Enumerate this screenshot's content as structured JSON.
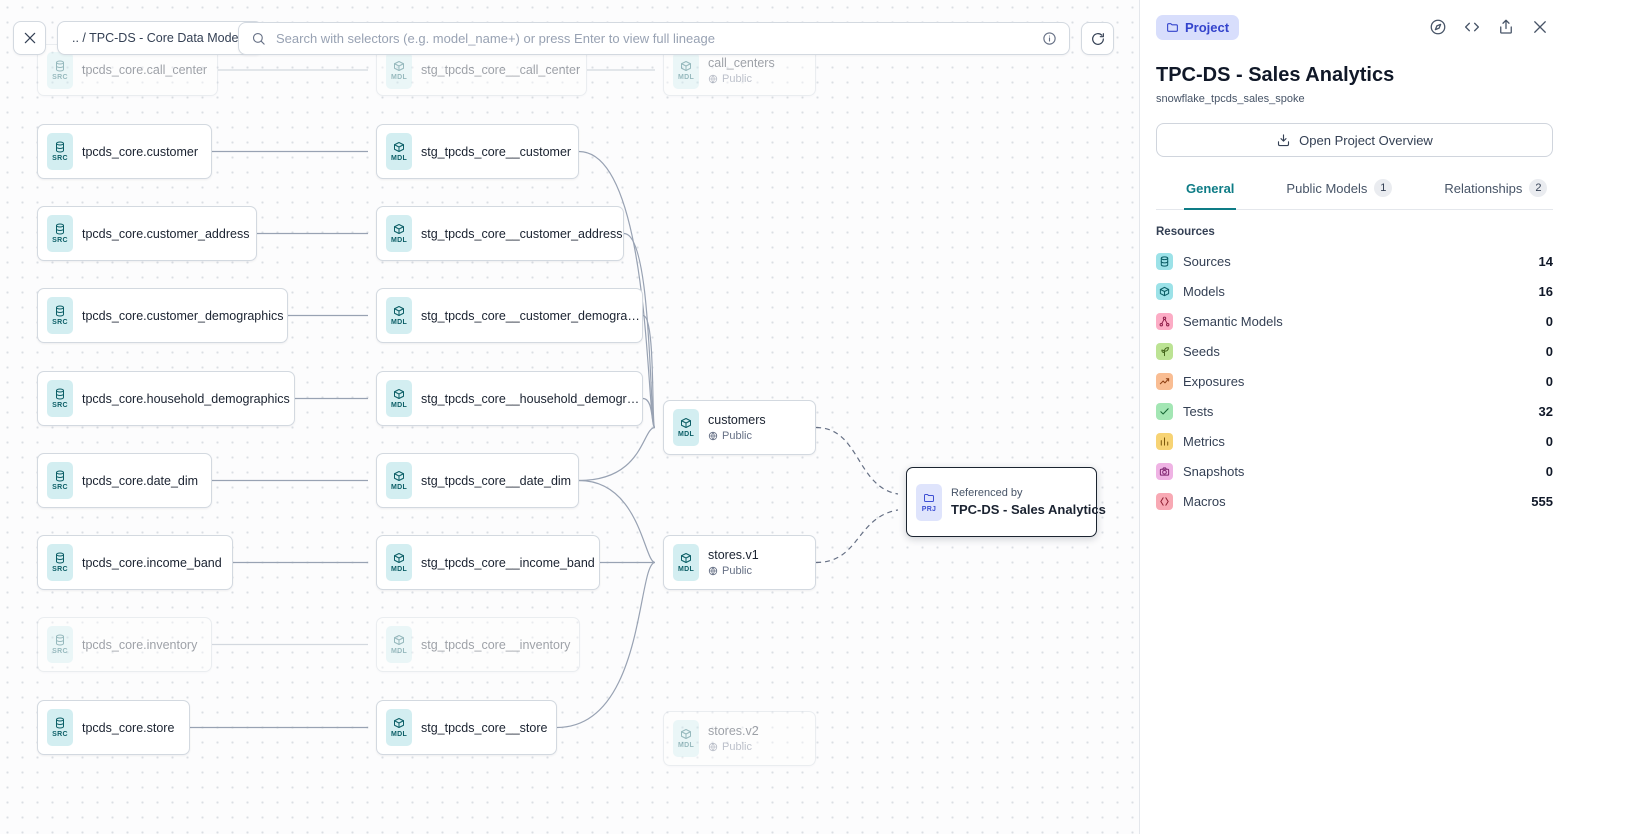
{
  "toolbar": {
    "breadcrumb": ".. / TPC-DS - Core Data Models",
    "search_placeholder": "Search with selectors (e.g. model_name+) or press Enter to view full lineage"
  },
  "canvas": {
    "nodes": [
      {
        "badge": "SRC",
        "label": "tpcds_core.call_center",
        "faded": true
      },
      {
        "badge": "SRC",
        "label": "tpcds_core.customer"
      },
      {
        "badge": "SRC",
        "label": "tpcds_core.customer_address"
      },
      {
        "badge": "SRC",
        "label": "tpcds_core.customer_demographics"
      },
      {
        "badge": "SRC",
        "label": "tpcds_core.household_demographics"
      },
      {
        "badge": "SRC",
        "label": "tpcds_core.date_dim"
      },
      {
        "badge": "SRC",
        "label": "tpcds_core.income_band"
      },
      {
        "badge": "SRC",
        "label": "tpcds_core.inventory",
        "faded": true
      },
      {
        "badge": "SRC",
        "label": "tpcds_core.store"
      },
      {
        "badge": "MDL",
        "label": "stg_tpcds_core__call_center",
        "faded": true
      },
      {
        "badge": "MDL",
        "label": "stg_tpcds_core__customer"
      },
      {
        "badge": "MDL",
        "label": "stg_tpcds_core__customer_address"
      },
      {
        "badge": "MDL",
        "label": "stg_tpcds_core__customer_demogra…"
      },
      {
        "badge": "MDL",
        "label": "stg_tpcds_core__household_demogr…"
      },
      {
        "badge": "MDL",
        "label": "stg_tpcds_core__date_dim"
      },
      {
        "badge": "MDL",
        "label": "stg_tpcds_core__income_band"
      },
      {
        "badge": "MDL",
        "label": "stg_tpcds_core__inventory",
        "faded": true
      },
      {
        "badge": "MDL",
        "label": "stg_tpcds_core__store"
      },
      {
        "badge": "MDL",
        "label": "call_centers",
        "sub": "Public",
        "faded": true
      },
      {
        "badge": "MDL",
        "label": "customers",
        "sub": "Public"
      },
      {
        "badge": "MDL",
        "label": "stores.v1",
        "sub": "Public"
      },
      {
        "badge": "MDL",
        "label": "stores.v2",
        "sub": "Public",
        "faded": true
      },
      {
        "badge": "PRJ",
        "ref": "Referenced by",
        "label": "TPC-DS - Sales Analytics"
      }
    ]
  },
  "panel": {
    "badge_label": "Project",
    "title": "TPC-DS - Sales Analytics",
    "subtitle": "snowflake_tpcds_sales_spoke",
    "overview_button_label": "Open Project Overview",
    "tabs": [
      {
        "label": "General",
        "active": true
      },
      {
        "label": "Public Models",
        "count": "1"
      },
      {
        "label": "Relationships",
        "count": "2"
      }
    ],
    "resources_header": "Resources",
    "resources": [
      {
        "label": "Sources",
        "count": "14"
      },
      {
        "label": "Models",
        "count": "16"
      },
      {
        "label": "Semantic Models",
        "count": "0"
      },
      {
        "label": "Seeds",
        "count": "0"
      },
      {
        "label": "Exposures",
        "count": "0"
      },
      {
        "label": "Tests",
        "count": "32"
      },
      {
        "label": "Metrics",
        "count": "0"
      },
      {
        "label": "Snapshots",
        "count": "0"
      },
      {
        "label": "Macros",
        "count": "555"
      }
    ]
  },
  "colors": {
    "accent_teal": "#0e7c86",
    "node_tile_bg": "#d3eef1",
    "node_tile_fg": "#0b5e66",
    "prj_tile_bg": "#dfe4fc",
    "prj_tile_fg": "#3d4fd3",
    "project_badge_bg": "#d8defc",
    "project_badge_fg": "#3343cc",
    "edge_gray": "#98a2b3",
    "selected_border": "#1b2430"
  }
}
